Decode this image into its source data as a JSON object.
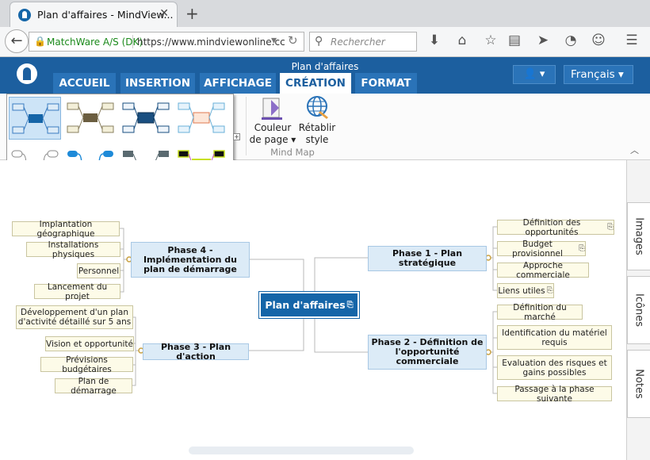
{
  "browser": {
    "tab_title": "Plan d'affaires - MindView...",
    "tab_close": "✕",
    "new_tab": "+",
    "identity": "MatchWare A/S (DK)",
    "url": "https://www.mindviewonline.cc",
    "search_placeholder": "Rechercher"
  },
  "app": {
    "document_title": "Plan d'affaires",
    "tabs": [
      "ACCUEIL",
      "INSERTION",
      "AFFICHAGE",
      "CRÉATION",
      "FORMAT"
    ],
    "active_tab": "CRÉATION",
    "language": "Français"
  },
  "ribbon": {
    "page_color_label_1": "Couleur",
    "page_color_label_2": "de page",
    "reset_style_label_1": "Rétablir",
    "reset_style_label_2": "style",
    "group_label": "Mind Map"
  },
  "side_tabs": [
    "Images",
    "Icônes",
    "Notes"
  ],
  "mindmap": {
    "central": "Plan d'affaires",
    "phase1": "Phase 1 - Plan stratégique",
    "phase1_items": [
      "Définition des opportunités",
      "Budget provisionnel",
      "Approche commerciale",
      "Liens utiles"
    ],
    "phase2": "Phase 2 - Définition de l'opportunité commerciale",
    "phase2_items": [
      "Définition du marché",
      "Identification du matériel requis",
      "Evaluation des risques et gains possibles",
      "Passage à la phase suivante"
    ],
    "phase3": "Phase 3 - Plan d'action",
    "phase3_items": [
      "Développement d'un plan d'activité détaillé sur 5 ans",
      "Vision et opportunité",
      "Prévisions budgétaires",
      "Plan de démarrage"
    ],
    "phase4": "Phase 4 - Implémentation du plan de démarrage",
    "phase4_items": [
      "Implantation géographique",
      "Installations physiques",
      "Personnel",
      "Lancement du projet"
    ]
  },
  "colors": {
    "header_blue": "#1c5f9f",
    "central_node": "#1565a8",
    "main_node_fill": "#dcebf7",
    "sub_node_fill": "#fdfbe8",
    "connector": "#c8a040"
  }
}
